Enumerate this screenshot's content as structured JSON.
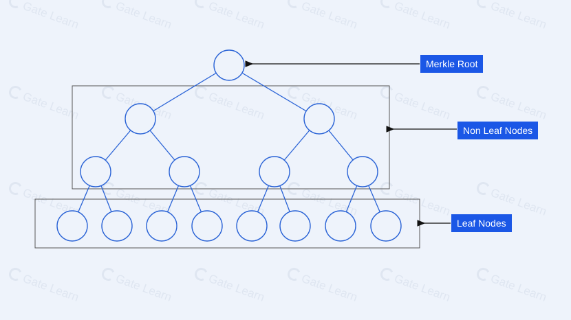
{
  "labels": {
    "merkle_root": "Merkle Root",
    "non_leaf_nodes": "Non Leaf Nodes",
    "leaf_nodes": "Leaf Nodes"
  },
  "watermark": {
    "text": "Gate Learn",
    "icon": "gate-logo-icon"
  },
  "colors": {
    "background": "#eef3fb",
    "node_stroke": "#2a63d6",
    "label_bg": "#1b57e6",
    "label_text": "#ffffff",
    "box_stroke": "#555555",
    "arrow": "#111111"
  },
  "tree": {
    "levels": 4,
    "node_counts": [
      1,
      2,
      4,
      8
    ]
  }
}
